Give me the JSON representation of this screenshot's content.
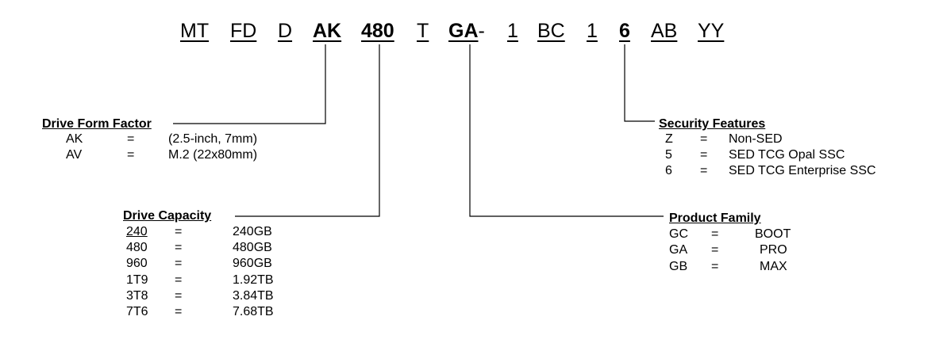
{
  "part_number": {
    "segments": [
      {
        "text": "MT",
        "bold": false,
        "underline": true
      },
      {
        "text": "FD",
        "bold": false,
        "underline": true
      },
      {
        "text": "D",
        "bold": false,
        "underline": true
      },
      {
        "text": "AK",
        "bold": true,
        "underline": true
      },
      {
        "text": "480",
        "bold": true,
        "underline": true
      },
      {
        "text": "T",
        "bold": false,
        "underline": true
      },
      {
        "text": "GA",
        "bold": true,
        "underline": true,
        "suffix": "-"
      },
      {
        "text": "1",
        "bold": false,
        "underline": true
      },
      {
        "text": "BC",
        "bold": false,
        "underline": true
      },
      {
        "text": "1",
        "bold": false,
        "underline": true
      },
      {
        "text": "6",
        "bold": true,
        "underline": true
      },
      {
        "text": "AB",
        "bold": false,
        "underline": true
      },
      {
        "text": "YY",
        "bold": false,
        "underline": true
      }
    ]
  },
  "form_factor": {
    "heading": "Drive Form Factor",
    "rows": [
      {
        "code": "AK",
        "eq": "=",
        "desc": "(2.5-inch, 7mm)"
      },
      {
        "code": "AV",
        "eq": "=",
        "desc": "M.2 (22x80mm)"
      }
    ]
  },
  "capacity": {
    "heading": "Drive Capacity",
    "rows": [
      {
        "code": "240",
        "eq": "=",
        "desc": "240GB",
        "underline": true
      },
      {
        "code": "480",
        "eq": "=",
        "desc": "480GB"
      },
      {
        "code": "960",
        "eq": "=",
        "desc": "960GB"
      },
      {
        "code": "1T9",
        "eq": "=",
        "desc": "1.92TB"
      },
      {
        "code": "3T8",
        "eq": "=",
        "desc": "3.84TB"
      },
      {
        "code": "7T6",
        "eq": "=",
        "desc": "7.68TB"
      }
    ]
  },
  "security": {
    "heading": "Security Features",
    "rows": [
      {
        "code": "Z",
        "eq": "=",
        "desc": "Non-SED"
      },
      {
        "code": "5",
        "eq": "=",
        "desc": "SED TCG Opal SSC"
      },
      {
        "code": "6",
        "eq": "=",
        "desc": "SED TCG Enterprise SSC"
      }
    ]
  },
  "product_family": {
    "heading": "Product Family",
    "rows": [
      {
        "code": "GC",
        "eq": "=",
        "desc": "BOOT"
      },
      {
        "code": "GA",
        "eq": "=",
        "desc": "PRO"
      },
      {
        "code": "GB",
        "eq": "=",
        "desc": "MAX"
      }
    ]
  }
}
